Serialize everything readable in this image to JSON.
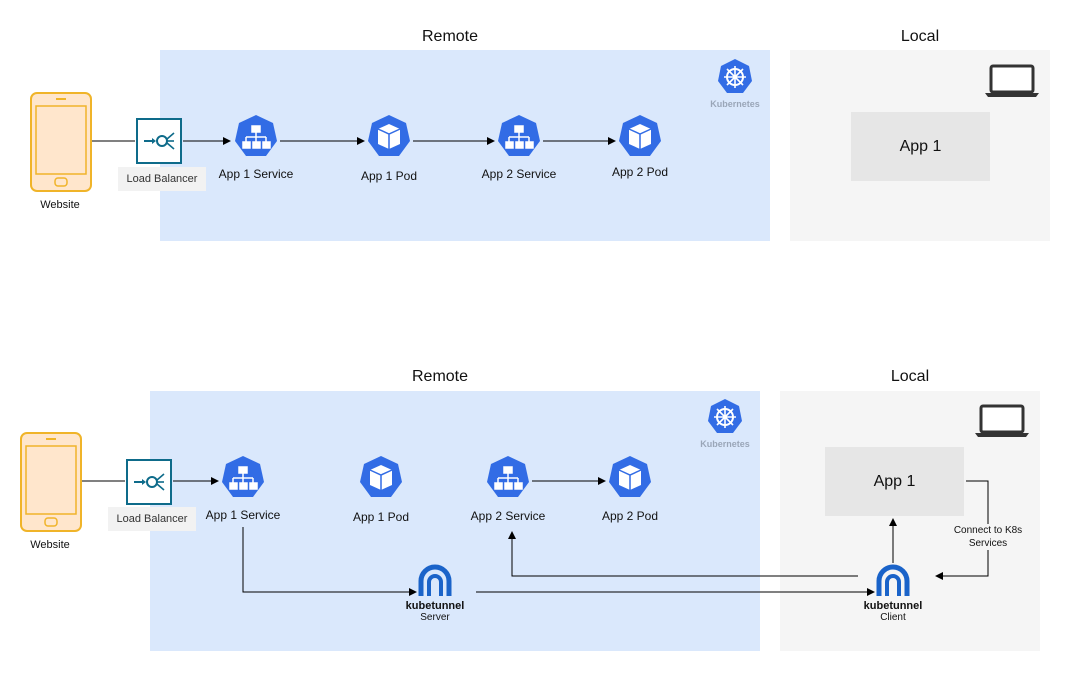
{
  "top": {
    "remote_title": "Remote",
    "local_title": "Local",
    "website_label": "Website",
    "load_balancer_label": "Load Balancer",
    "app1_service_label": "App 1 Service",
    "app1_pod_label": "App 1 Pod",
    "app2_service_label": "App 2 Service",
    "app2_pod_label": "App 2 Pod",
    "kubernetes_label": "Kubernetes",
    "local_app_label": "App 1"
  },
  "bottom": {
    "remote_title": "Remote",
    "local_title": "Local",
    "website_label": "Website",
    "load_balancer_label": "Load Balancer",
    "app1_service_label": "App 1 Service",
    "app1_pod_label": "App 1 Pod",
    "app2_service_label": "App 2 Service",
    "app2_pod_label": "App 2 Pod",
    "kubernetes_label": "Kubernetes",
    "local_app_label": "App 1",
    "kubetunnel_server_name": "kubetunnel",
    "kubetunnel_server_role": "Server",
    "kubetunnel_client_name": "kubetunnel",
    "kubetunnel_client_role": "Client",
    "connect_note": "Connect to K8s Services"
  },
  "colors": {
    "remote_bg": "#dae8fc",
    "local_bg": "#f5f5f5",
    "k8s_blue": "#326ce5",
    "kubetunnel_blue": "#1a63c9",
    "phone_orange": "#f0b429",
    "phone_fill": "#ffe6cc",
    "lb_teal": "#0e6b8a"
  },
  "icons": [
    "phone-icon",
    "load-balancer-icon",
    "service-icon",
    "pod-icon",
    "kubernetes-logo-icon",
    "laptop-icon",
    "kubetunnel-icon"
  ]
}
